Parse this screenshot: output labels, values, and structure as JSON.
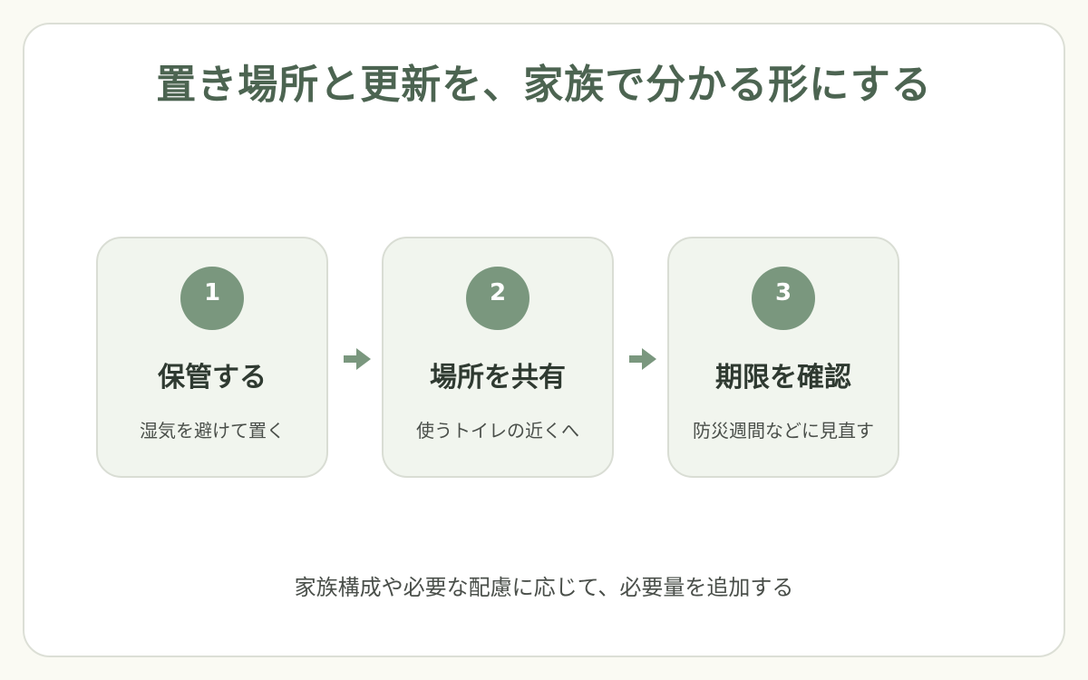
{
  "title": "置き場所と更新を、家族で分かる形にする",
  "steps": [
    {
      "number": "1",
      "title": "保管する",
      "description": "湿気を避けて置く"
    },
    {
      "number": "2",
      "title": "場所を共有",
      "description": "使うトイレの近くへ"
    },
    {
      "number": "3",
      "title": "期限を確認",
      "description": "防災週間などに見直す"
    }
  ],
  "footer": "家族構成や必要な配慮に応じて、必要量を追加する",
  "colors": {
    "accent": "#7a977e",
    "title": "#4c6451",
    "card_bg": "#f1f5ee",
    "card_border": "#d9ddd4"
  }
}
